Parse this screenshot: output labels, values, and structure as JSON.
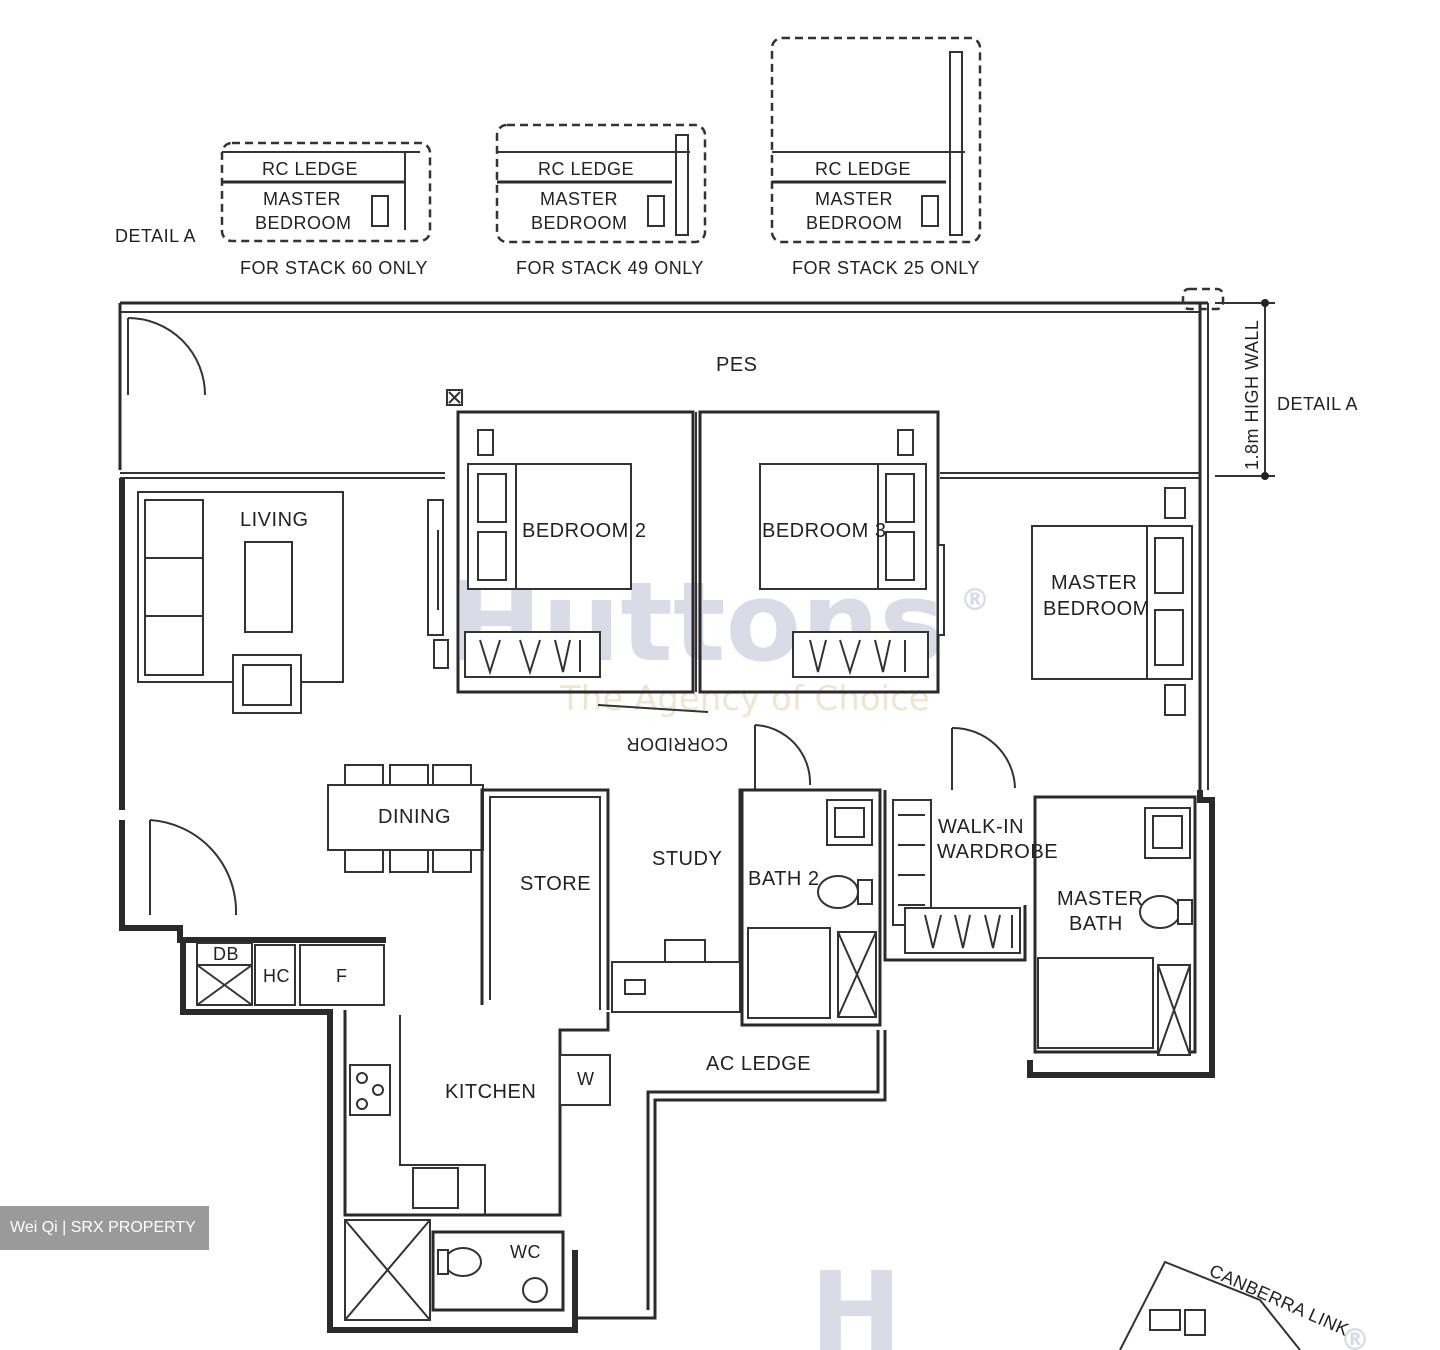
{
  "watermark": {
    "brand": "Huttons",
    "registered": "®",
    "tagline": "The Agency of Choice"
  },
  "credit": "Wei Qi | SRX PROPERTY",
  "details": {
    "label": "DETAIL A",
    "ledge": "RC LEDGE",
    "room_line1": "MASTER",
    "room_line2": "BEDROOM",
    "stack_60": "FOR STACK 60 ONLY",
    "stack_49": "FOR STACK 49 ONLY",
    "stack_25": "FOR STACK 25 ONLY"
  },
  "side": {
    "wall_note": "1.8m HIGH WALL",
    "detail_ref": "DETAIL A"
  },
  "rooms": {
    "pes": "PES",
    "living": "LIVING",
    "bedroom2": "BEDROOM 2",
    "bedroom3": "BEDROOM 3",
    "master_line1": "MASTER",
    "master_line2": "BEDROOM",
    "corridor": "CORRIDOR",
    "dining": "DINING",
    "store": "STORE",
    "study": "STUDY",
    "bath2": "BATH 2",
    "walkin_line1": "WALK-IN",
    "walkin_line2": "WARDROBE",
    "masterbath_line1": "MASTER",
    "masterbath_line2": "BATH",
    "db": "DB",
    "hc": "HC",
    "fridge": "F",
    "kitchen": "KITCHEN",
    "washer": "W",
    "ac_ledge": "AC LEDGE",
    "wc": "WC"
  },
  "site_plan": {
    "road": "CANBERRA LINK"
  }
}
